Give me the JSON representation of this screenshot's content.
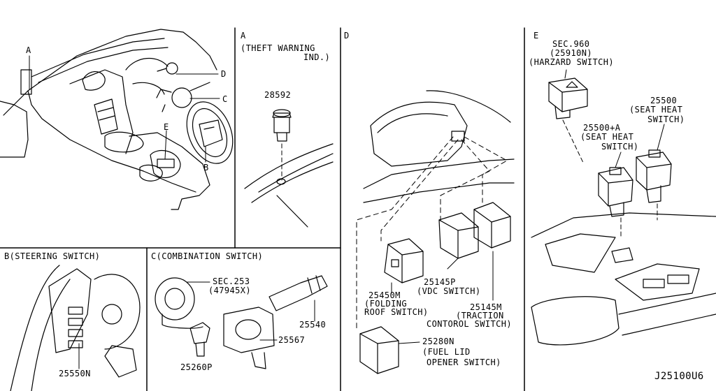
{
  "panels": {
    "overview": {
      "callouts": [
        "A",
        "D",
        "C",
        "E",
        "B"
      ]
    },
    "A": {
      "letter": "A",
      "title": "(THEFT WARNING",
      "title2": "IND.)",
      "part": "28592"
    },
    "B": {
      "title": "B(STEERING SWITCH)",
      "part": "25550N"
    },
    "C": {
      "title": "C(COMBINATION SWITCH)",
      "sec_line1": "SEC.253",
      "sec_line2": "(47945X)",
      "parts": [
        "25540",
        "25567",
        "25260P"
      ]
    },
    "D": {
      "letter": "D",
      "folding": [
        "25450M",
        "(FOLDING",
        "ROOF SWITCH)"
      ],
      "vdc": [
        "25145P",
        "(VDC SWITCH)"
      ],
      "traction": [
        "25145M",
        "(TRACTION",
        "CONTOROL SWITCH)"
      ],
      "fuel": [
        "25280N",
        "(FUEL LID",
        "OPENER SWITCH)"
      ]
    },
    "E": {
      "letter": "E",
      "hazard": [
        "SEC.960",
        "(25910N)",
        "(HARZARD SWITCH)"
      ],
      "seat1": [
        "25500",
        "(SEAT HEAT",
        "SWITCH)"
      ],
      "seat2": [
        "25500+A",
        "(SEAT HEAT",
        "SWITCH)"
      ]
    }
  },
  "diagram_code": "J25100U6"
}
